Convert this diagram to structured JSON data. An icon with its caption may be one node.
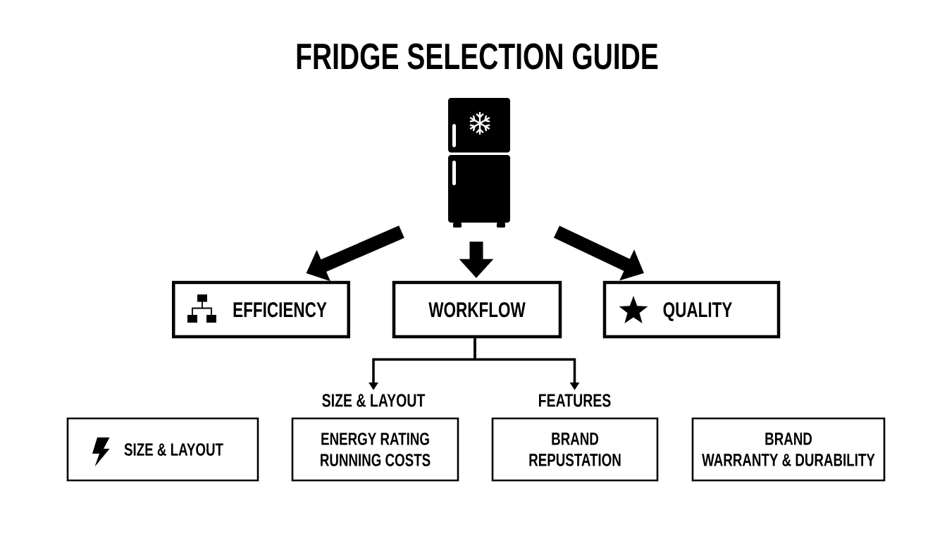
{
  "diagram": {
    "title": "FRIDGE SELECTION GUIDE",
    "nodes": [
      {
        "text": [],
        "shape": "picture"
      },
      {
        "text": [
          "EFFICIENCY"
        ]
      },
      {
        "text": [
          "WORKFLOW"
        ]
      },
      {
        "text": [
          "QUALITY"
        ]
      },
      {
        "text": [
          "SIZE & LAYOUT"
        ]
      },
      {
        "text": [
          "FEATURES"
        ]
      },
      {
        "text": [
          "SIZE & LAYOUT"
        ]
      },
      {
        "text": [
          "ENERGY RATING",
          "RUNNING COSTS"
        ]
      },
      {
        "text": [
          "BRAND",
          "REPUSTATION"
        ]
      },
      {
        "text": [
          "BRAND",
          "WARRANTY & DURABILITY"
        ]
      }
    ],
    "edges": [
      {
        "from": 0,
        "to": 1,
        "arrow": "to"
      },
      {
        "from": 0,
        "to": 2,
        "arrow": "to"
      },
      {
        "from": 0,
        "to": 3,
        "arrow": "to"
      },
      {
        "from": 2,
        "to": 4,
        "arrow": "to"
      },
      {
        "from": 2,
        "to": 5,
        "arrow": "to"
      }
    ]
  }
}
